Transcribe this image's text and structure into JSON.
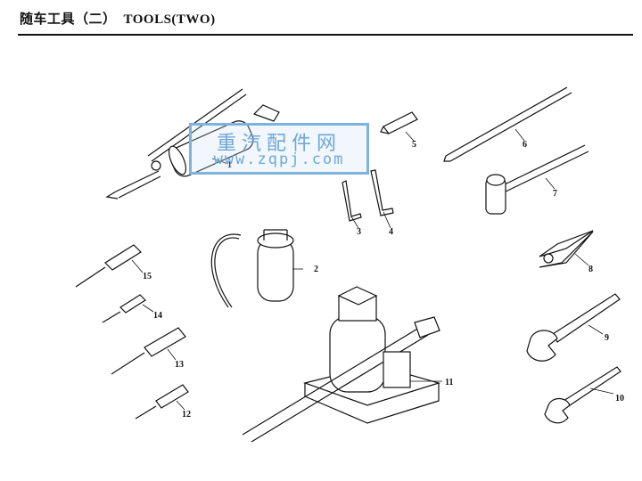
{
  "header": {
    "title_cn": "随车工具（二）",
    "title_en": "TOOLS(TWO)"
  },
  "watermark": {
    "line1": "重汽配件网",
    "line2": "www.zqpj.com"
  },
  "labels": [
    "1",
    "2",
    "3",
    "4",
    "5",
    "6",
    "7",
    "8",
    "9",
    "10",
    "11",
    "12",
    "13",
    "14",
    "15"
  ]
}
